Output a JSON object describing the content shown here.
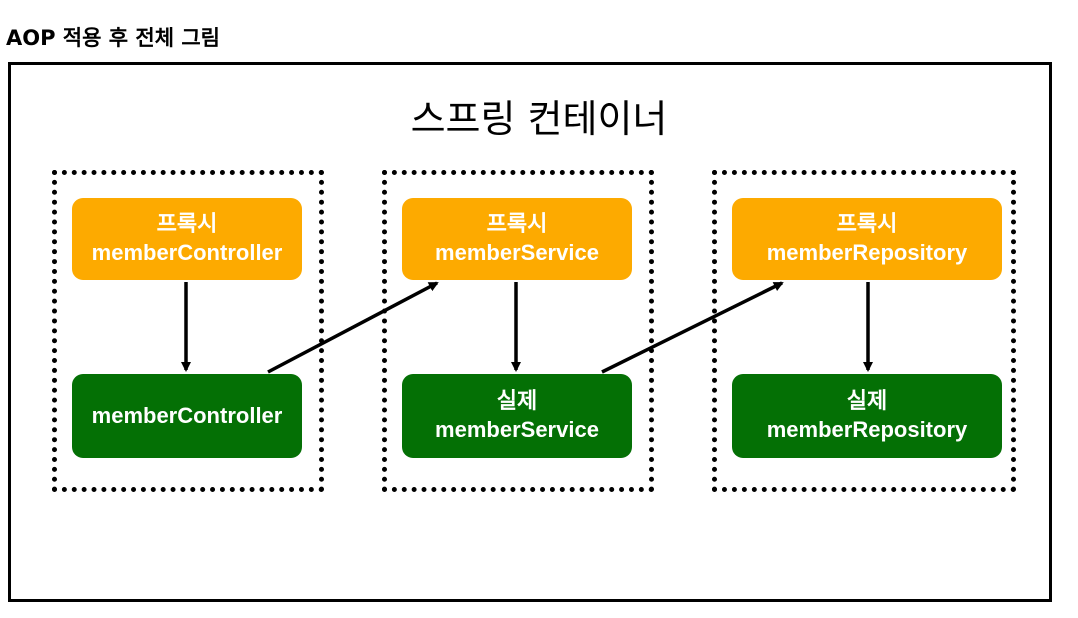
{
  "heading": "AOP 적용 후 전체 그림",
  "container": {
    "title": "스프링 컨테이너"
  },
  "groups": [
    {
      "proxy": {
        "line1": "프록시",
        "line2": "memberController"
      },
      "real": {
        "line1": "",
        "line2": "memberController"
      }
    },
    {
      "proxy": {
        "line1": "프록시",
        "line2": "memberService"
      },
      "real": {
        "line1": "실제",
        "line2": "memberService"
      }
    },
    {
      "proxy": {
        "line1": "프록시",
        "line2": "memberRepository"
      },
      "real": {
        "line1": "실제",
        "line2": "memberRepository"
      }
    }
  ],
  "colors": {
    "proxy": "#FDAA00",
    "real": "#047005",
    "line": "#000000"
  }
}
